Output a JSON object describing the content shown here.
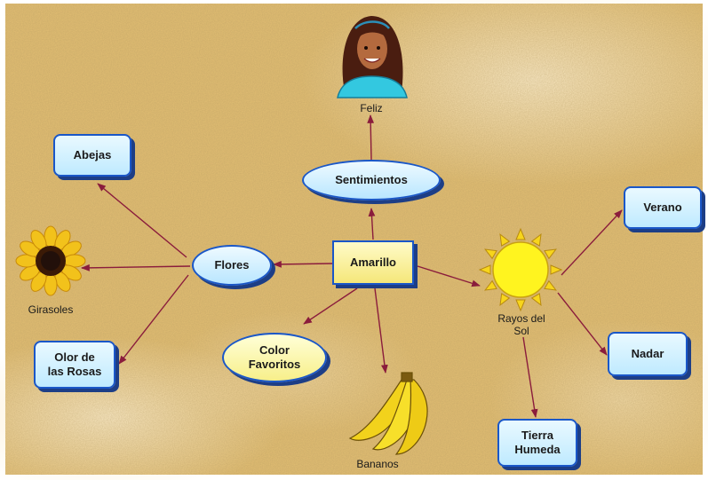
{
  "center": "Amarillo",
  "nodes": {
    "sentimientos": "Sentimientos",
    "flores": "Flores",
    "abejas": "Abejas",
    "olor_line1": "Olor de",
    "olor_line2": "las Rosas",
    "color_line1": "Color",
    "color_line2": "Favoritos",
    "verano": "Verano",
    "nadar": "Nadar",
    "tierra_line1": "Tierra",
    "tierra_line2": "Humeda"
  },
  "captions": {
    "feliz": "Feliz",
    "girasoles": "Girasoles",
    "bananos": "Bananos",
    "rayos_line1": "Rayos del",
    "rayos_line2": "Sol"
  },
  "colors": {
    "sand": "#e3c077",
    "arrow": "#8a1c3c",
    "node_border": "#1a57c8",
    "node_shadow": "#1d3e86"
  },
  "icons": [
    "girl-icon",
    "sunflower-icon",
    "sun-icon",
    "bananas-icon"
  ]
}
